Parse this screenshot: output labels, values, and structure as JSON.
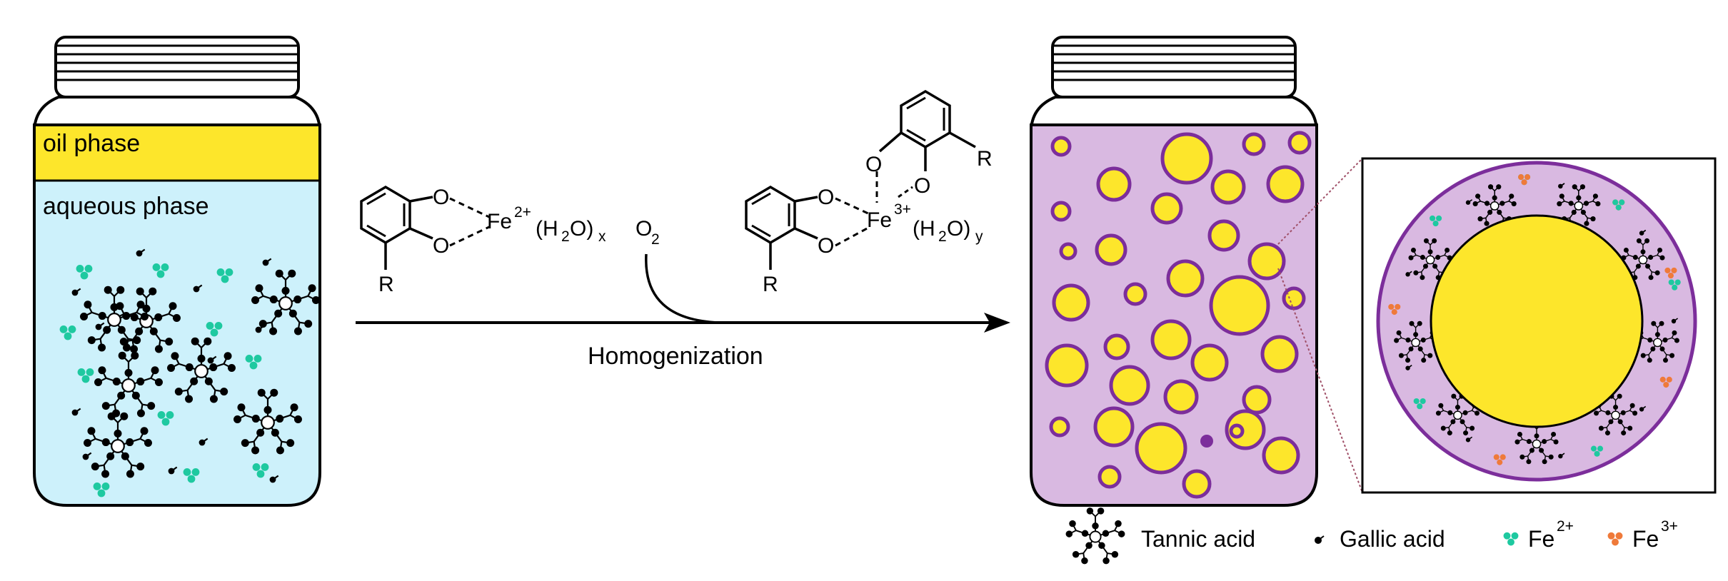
{
  "left_jar": {
    "oil_label": "oil phase",
    "aqueous_label": "aqueous phase"
  },
  "reaction": {
    "fe2_complex": {
      "atom_o1": "O",
      "atom_o2": "O",
      "r_group": "R",
      "fe": "Fe",
      "fe_charge": "2+",
      "ligand": "(H",
      "ligand_sub": "2",
      "ligand_mid": "O)",
      "ligand_count": "x"
    },
    "oxidant": {
      "symbol": "O",
      "subscript": "2"
    },
    "fe3_complex": {
      "atom_o1": "O",
      "atom_o2": "O",
      "atom_o3": "O",
      "atom_o4": "O",
      "r_group_1": "R",
      "r_group_2": "R",
      "fe": "Fe",
      "fe_charge": "3+",
      "ligand": "(H",
      "ligand_sub": "2",
      "ligand_mid": "O)",
      "ligand_count": "y"
    },
    "process_label": "Homogenization"
  },
  "legend": {
    "items": [
      {
        "label": "Tannic acid",
        "icon": "tannic-acid-icon"
      },
      {
        "label": "Gallic acid",
        "icon": "gallic-acid-icon"
      },
      {
        "label": "Fe",
        "charge": "2+",
        "icon": "fe2-icon",
        "color": "#1ec9a0"
      },
      {
        "label": "Fe",
        "charge": "3+",
        "icon": "fe3-icon",
        "color": "#ef7a3a"
      }
    ]
  },
  "colors": {
    "oil": "#fde62b",
    "aqueous": "#cdf1fb",
    "emulsion": "#d9b9e1",
    "droplet_border": "#7c2e9b",
    "fe2": "#1ec9a0",
    "fe3": "#ef7a3a"
  }
}
